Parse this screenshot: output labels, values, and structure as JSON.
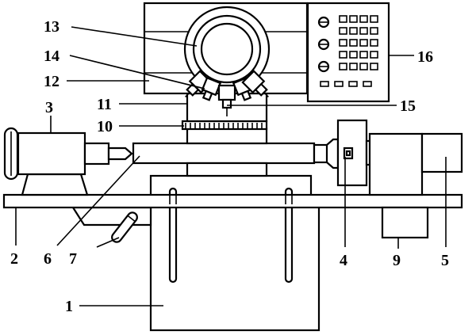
{
  "labels": {
    "n1": "1",
    "n2": "2",
    "n3": "3",
    "n4": "4",
    "n5": "5",
    "n6": "6",
    "n7": "7",
    "n9": "9",
    "n10": "10",
    "n11": "11",
    "n12": "12",
    "n13": "13",
    "n14": "14",
    "n15": "15",
    "n16": "16"
  },
  "colors": {
    "stroke": "#000000",
    "fill": "#ffffff"
  }
}
